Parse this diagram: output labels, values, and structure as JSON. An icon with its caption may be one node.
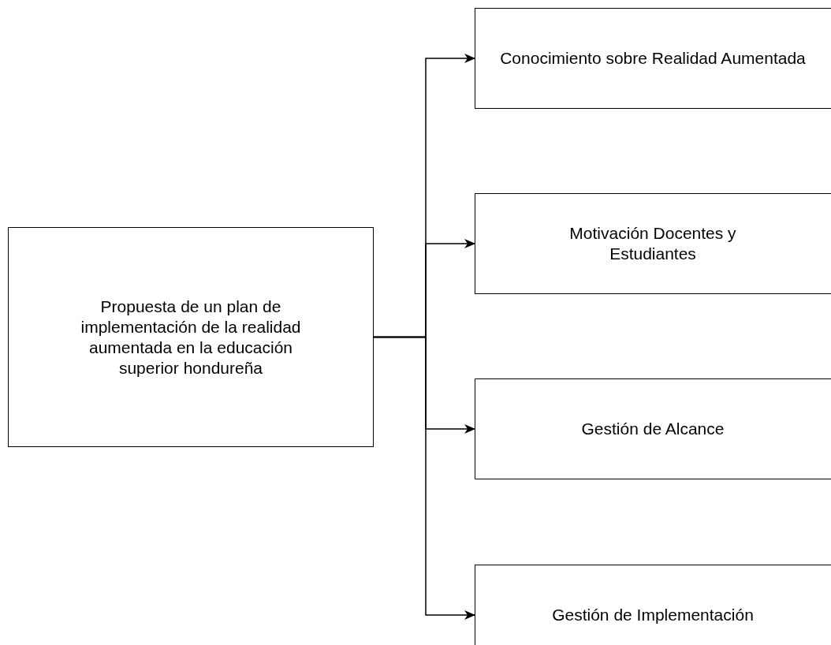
{
  "diagram": {
    "nodes": [
      {
        "text": [
          "Propuesta de un plan de implementación de la realidad aumentada en la educación superior hondureña"
        ]
      },
      {
        "text": [
          "Conocimiento sobre Realidad Aumentada"
        ]
      },
      {
        "text": [
          "Motivación Docentes y Estudiantes"
        ]
      },
      {
        "text": [
          "Gestión de Alcance"
        ]
      },
      {
        "text": [
          "Gestión de Implementación"
        ]
      }
    ],
    "edges": [
      {
        "from": 0,
        "to": 1,
        "arrow": "to"
      },
      {
        "from": 0,
        "to": 2,
        "arrow": "to"
      },
      {
        "from": 0,
        "to": 3,
        "arrow": "to"
      },
      {
        "from": 0,
        "to": 4,
        "arrow": "to"
      }
    ]
  }
}
